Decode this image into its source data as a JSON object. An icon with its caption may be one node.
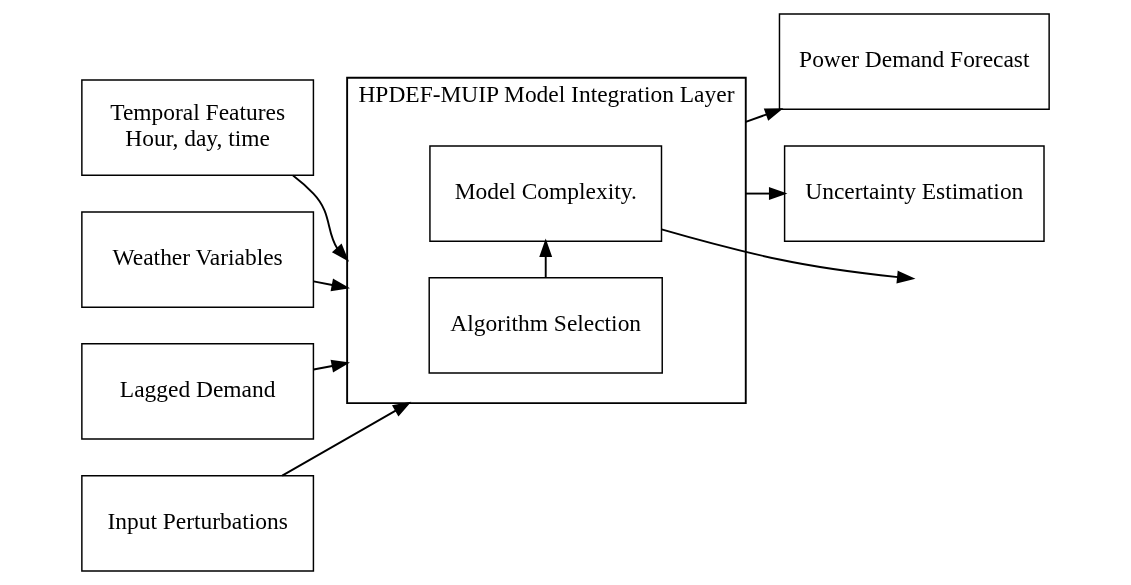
{
  "diagram": {
    "nodes": [
      {
        "text": [
          "Temporal Features",
          "Hour, day, time"
        ]
      },
      {
        "text": [
          "Weather Variables"
        ]
      },
      {
        "text": [
          "Lagged Demand"
        ]
      },
      {
        "text": [
          "Input Perturbations"
        ]
      },
      {
        "text": [
          "HPDEF-MUIP Model Integration Layer"
        ]
      },
      {
        "text": [
          "Algorithm Selection"
        ],
        "in": 4
      },
      {
        "text": [
          "Model Complexity."
        ],
        "in": 4
      },
      {
        "text": [
          "Power Demand Forecast"
        ]
      },
      {
        "text": [
          "Uncertainty Estimation"
        ]
      }
    ],
    "edges": [
      {
        "from": 0,
        "to": 4,
        "arrow": "to"
      },
      {
        "from": 1,
        "to": 4,
        "arrow": "to"
      },
      {
        "from": 2,
        "to": 4,
        "arrow": "to"
      },
      {
        "from": 3,
        "to": 4,
        "arrow": "to"
      },
      {
        "from": 5,
        "to": 6,
        "arrow": "to"
      },
      {
        "from": 6,
        "to": null,
        "arrow": "to"
      },
      {
        "from": 4,
        "to": 7,
        "arrow": "to"
      },
      {
        "from": 4,
        "to": 8,
        "arrow": "to"
      }
    ]
  }
}
